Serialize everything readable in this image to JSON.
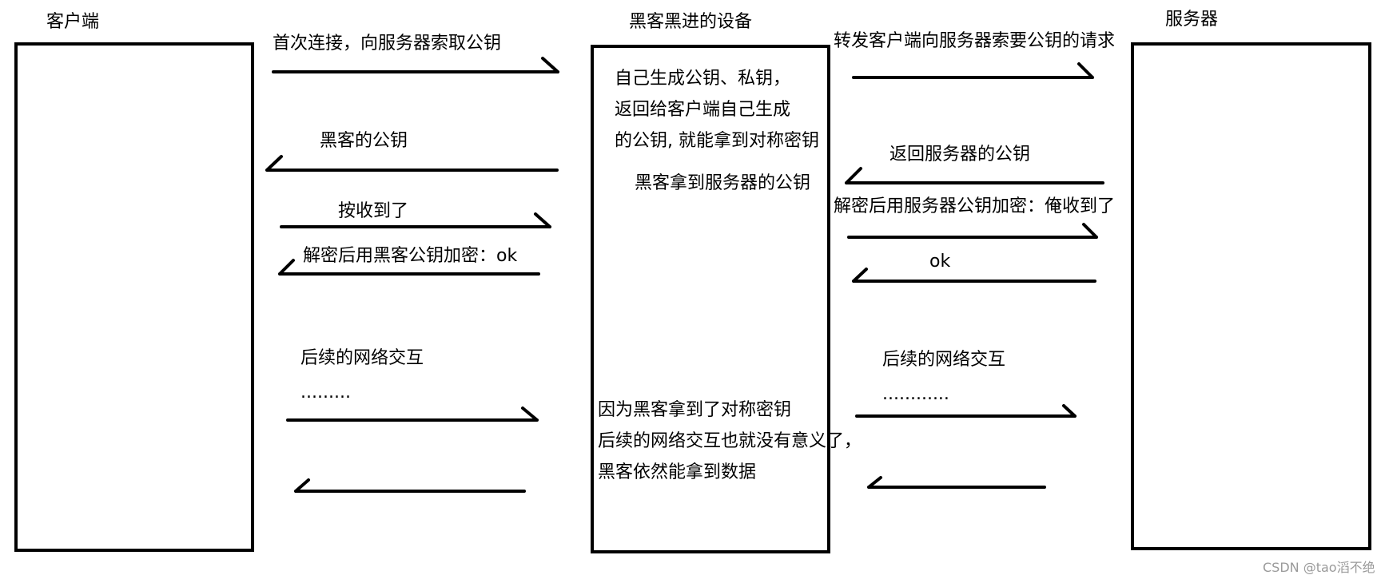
{
  "entities": {
    "client": "客户端",
    "hacker": "黑客黑进的设备",
    "server": "服务器"
  },
  "left_labels": {
    "first_connect": "首次连接，向服务器索取公钥",
    "hacker_pubkey": "黑客的公钥",
    "received": "按收到了",
    "decrypt_ok": "解密后用黑客公钥加密：ok",
    "followup": "后续的网络交互",
    "dots": "........."
  },
  "right_labels": {
    "forward_request": "转发客户端向服务器索要公钥的请求",
    "return_server_pubkey": "返回服务器的公钥",
    "decrypt_received": "解密后用服务器公钥加密：俺收到了",
    "ok": "ok",
    "followup": "后续的网络交互",
    "dots": "............"
  },
  "hacker_notes": {
    "generate": [
      "自己生成公钥、私钥，",
      "返回给客户端自己生成",
      "的公钥, 就能拿到对称密钥"
    ],
    "got_server_key": "黑客拿到服务器的公钥",
    "conclusion": [
      "因为黑客拿到了对称密钥",
      "后续的网络交互也就没有意义了，",
      "黑客依然能拿到数据"
    ]
  },
  "watermark": "CSDN @tao滔不绝"
}
